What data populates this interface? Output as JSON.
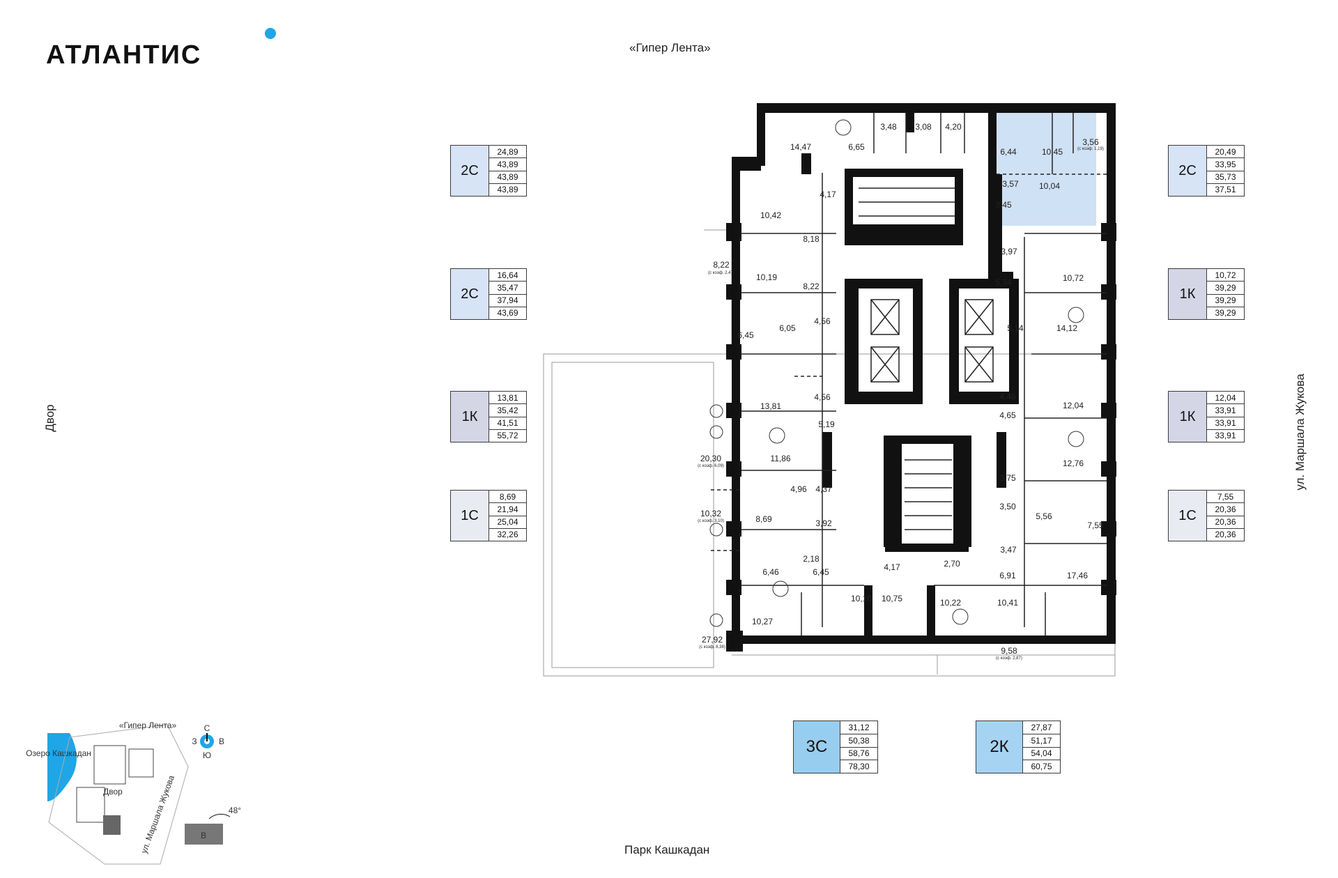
{
  "logo": {
    "text": "АТЛАНТИС",
    "accent": "#1fa6e6"
  },
  "streets": {
    "top": "«Гипер Лента»",
    "bottom": "Парк Кашкадан",
    "left": "Двор",
    "right": "ул. Маршала Жукова"
  },
  "colors": {
    "2C": "#d6e4f6",
    "1K": "#d4d6e6",
    "1C": "#e9ebf3",
    "3C": "#97cdef",
    "2K": "#a6d3f2",
    "highlight": "#cfe1f5"
  },
  "cards_left": [
    {
      "type": "2С",
      "color": "2C",
      "values": [
        "24,89",
        "43,89",
        "43,89",
        "43,89"
      ]
    },
    {
      "type": "2С",
      "color": "2C",
      "values": [
        "16,64",
        "35,47",
        "37,94",
        "43,69"
      ]
    },
    {
      "type": "1К",
      "color": "1K",
      "values": [
        "13,81",
        "35,42",
        "41,51",
        "55,72"
      ]
    },
    {
      "type": "1С",
      "color": "1C",
      "values": [
        "8,69",
        "21,94",
        "25,04",
        "32,26"
      ]
    }
  ],
  "cards_right": [
    {
      "type": "2С",
      "color": "2C",
      "values": [
        "20,49",
        "33,95",
        "35,73",
        "37,51"
      ]
    },
    {
      "type": "1К",
      "color": "1K",
      "values": [
        "10,72",
        "39,29",
        "39,29",
        "39,29"
      ]
    },
    {
      "type": "1К",
      "color": "1K",
      "values": [
        "12,04",
        "33,91",
        "33,91",
        "33,91"
      ]
    },
    {
      "type": "1С",
      "color": "1C",
      "values": [
        "7,55",
        "20,36",
        "20,36",
        "20,36"
      ]
    }
  ],
  "cards_bottom": [
    {
      "type": "3С",
      "color": "3C",
      "values": [
        "31,12",
        "50,38",
        "58,76",
        "78,30"
      ]
    },
    {
      "type": "2К",
      "color": "2K",
      "values": [
        "27,87",
        "51,17",
        "54,04",
        "60,75"
      ]
    }
  ],
  "rooms": [
    "14,47",
    "6,65",
    "3,48",
    "3,08",
    "4,20",
    "6,44",
    "10,45",
    "3,56",
    "3,57",
    "10,04",
    "3,45",
    "10,42",
    "4,17",
    "8,18",
    "8,22",
    "10,19",
    "8,22",
    "3,97",
    "5,34",
    "10,72",
    "6,45",
    "6,05",
    "4,56",
    "5,14",
    "14,12",
    "13,81",
    "4,56",
    "4,46",
    "12,04",
    "5,19",
    "11,86",
    "20,30",
    "4,65",
    "12,76",
    "4,96",
    "4,37",
    "3,75",
    "10,32",
    "8,69",
    "3,92",
    "3,50",
    "5,56",
    "7,55",
    "2,18",
    "3,47",
    "6,46",
    "6,45",
    "4,17",
    "2,70",
    "6,91",
    "17,46",
    "10,10",
    "10,75",
    "10,22",
    "10,41",
    "10,27",
    "27,92",
    "9,58"
  ],
  "room_notes": [
    "(с коэф. 2,47)",
    "(с коэф. 1,19)",
    "(с коэф. 6,09)",
    "(с коэф. 3,10)",
    "(с коэф. 8,38)",
    "(с коэф. 2,87)"
  ],
  "minimap": {
    "lake": "Озеро Кашкадан",
    "top_label": "«Гипер Лента»",
    "yard": "Двор",
    "street": "ул. Маршала Жукова",
    "compass": {
      "n": "С",
      "s": "Ю",
      "w": "З",
      "e": "В"
    },
    "angle": "48°",
    "section": "В"
  }
}
